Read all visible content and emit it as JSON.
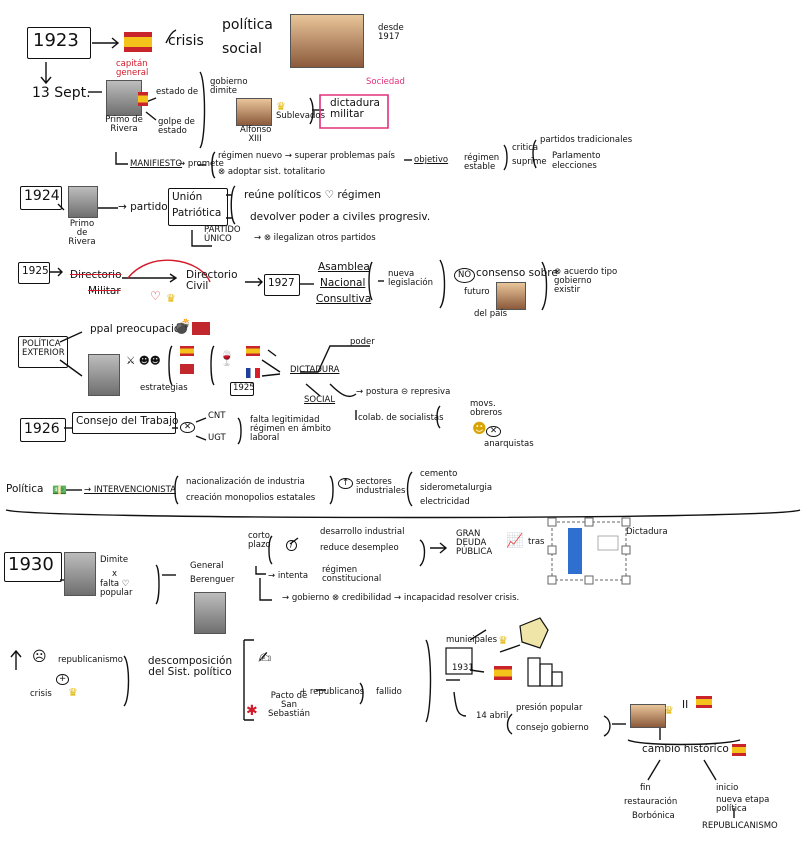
{
  "y1923": "1923",
  "crisis": "crisis",
  "politica": "política",
  "social": "social",
  "desde1917": "desde 1917",
  "sept13": "13 Sept.",
  "capitan": "capitán general",
  "primo_rivera": "Primo de Rivera",
  "estado_sitio": "estado de",
  "golpe_estado": "golpe de estado",
  "gobierno_dimite": "gobierno dimite",
  "alfonso": "Alfonso XIII",
  "subleva": "Sublevados",
  "dictadura_militar": "dictadura militar",
  "sociedad": "Sociedad",
  "manifiesto": "MANIFIESTO",
  "promete": "→ promete",
  "regimen_nuevo": "régimen nuevo → superar problemas país",
  "adoptar": "⊗ adoptar sist. totalitario",
  "objetivo": "objetivo",
  "regimen_estable": "régimen estable",
  "critica": "critica",
  "suprime": "suprime",
  "partidos_trad": "partidos tradicionales",
  "parlamento": "Parlamento",
  "elecciones": "elecciones",
  "y1924": "1924",
  "primo_rivera2": "Primo de Rivera",
  "partido": "→ partido",
  "union": "Unión",
  "patriotica": "Patriótica",
  "reune": "reúne políticos ♡ régimen",
  "devolver": "devolver poder a civiles progresiv.",
  "partido_unico": "PARTIDO ÚNICO",
  "ilegalizan": "→ ⊗ ilegalizan otros partidos",
  "y1925": "1925",
  "directorio": "Directorio",
  "militar": "Militar",
  "directorio_civil": "Directorio Civil",
  "y1927": "1927",
  "asamblea": "Asamblea",
  "nacional": "Nacional",
  "consultiva": "Consultiva",
  "nueva_leg": "nueva legislación",
  "no": "NO",
  "consenso": "consenso sobre",
  "futuro": "futuro",
  "del_pais": "del país",
  "acuerdo": "⊗ acuerdo tipo gobierno existir",
  "politica_ext": "POLÍTICA EXTERIOR",
  "ppal_preoc": "ppal preocupación",
  "estrategia": "estrategias",
  "y1925b": "1925",
  "poder": "poder",
  "dictadura": "DICTADURA",
  "social2": "SOCIAL",
  "postura": "→ postura ⊝ represiva",
  "colab": "colab. de socialistas",
  "movs_obreros": "movs. obreros",
  "anarquistas": "anarquistas",
  "y1926": "1926",
  "consejo_trabajo": "Consejo del Trabajo",
  "cnt": "CNT",
  "ugt": "UGT",
  "falta_leg": "falta legitimidad régimen en ámbito laboral",
  "politica_eco": "Política",
  "intervencionista": "→ INTERVENCIONISTA",
  "nacionalizacion": "nacionalización de industria",
  "creacion": "creación monopolios estatales",
  "sectores": "sectores industriales",
  "cemento": "cemento",
  "siderometal": "siderometalurgia",
  "electricidad": "electricidad",
  "corto_plazo": "corto plazo",
  "desarrollo": "desarrollo industrial",
  "reduce": "reduce desempleo",
  "gran_deuda": "GRAN DEUDA PÚBLICA",
  "tras": "tras",
  "dictadura2": "Dictadura",
  "y1930": "1930",
  "dimite": "Dimite",
  "x": "x",
  "falta_apoyo": "falta ♡ popular",
  "general": "General",
  "berenguer": "Berenguer",
  "intenta": "→ intenta",
  "regimen_const": "régimen constitucional",
  "gobierno_cred": "→ gobierno ⊗ credibilidad → incapacidad resolver crisis.",
  "republicanismo": "republicanismo",
  "crisis2": "crisis",
  "descomp": "descomposición del Sist. político",
  "pacto": "Pacto de San Sebastián",
  "republicanos": "+ republicanos",
  "fallido": "fallido",
  "municipales": "municipales",
  "y1931": "1931",
  "abril": "14 abril",
  "presion": "presión popular",
  "consejo_gob": "consejo gobierno",
  "ii": "II",
  "cambio": "cambio histórico",
  "fin": "fin",
  "restauracion": "restauración",
  "borbonica": "Borbónica",
  "inicio": "inicio",
  "nueva_etapa": "nueva etapa política",
  "republicanismo2": "REPUBLICANISMO"
}
